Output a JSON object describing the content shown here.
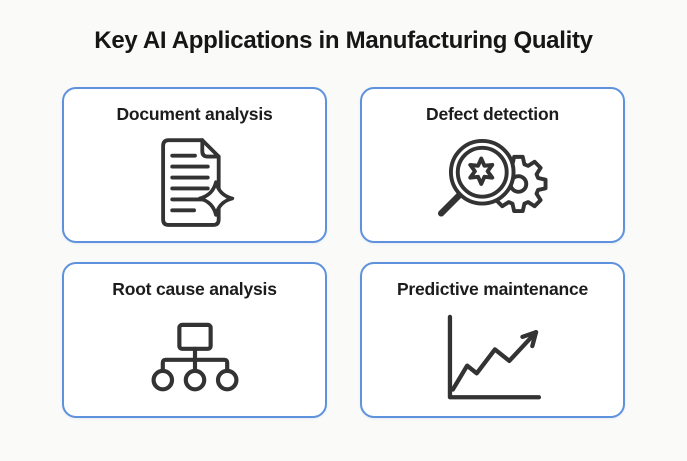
{
  "title": "Key AI Applications in Manufacturing Quality",
  "cards": [
    {
      "label": "Document analysis",
      "icon": "document-sparkle-icon"
    },
    {
      "label": "Defect detection",
      "icon": "magnifier-gear-icon"
    },
    {
      "label": "Root cause analysis",
      "icon": "org-tree-icon"
    },
    {
      "label": "Predictive maintenance",
      "icon": "trend-arrow-chart-icon"
    }
  ],
  "colors": {
    "page_background": "#fafaf9",
    "card_background": "#ffffff",
    "card_border": "#5e92dd",
    "icon_stroke": "#333333",
    "text": "#1c1c1c"
  }
}
